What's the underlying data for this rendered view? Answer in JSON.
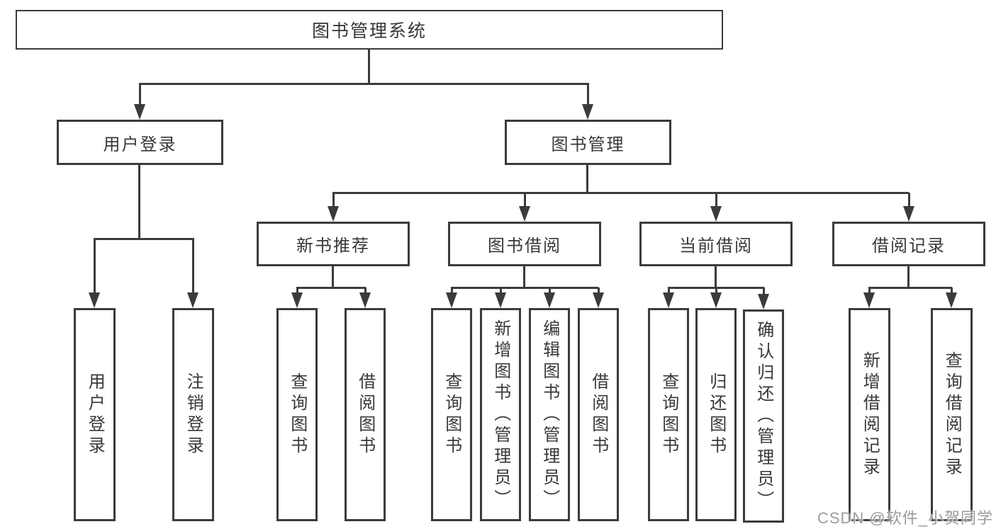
{
  "diagram": {
    "root": {
      "label": "图书管理系统"
    },
    "level2": {
      "user_login": "用户登录",
      "book_management": "图书管理"
    },
    "level3": {
      "new_book_recommend": "新书推荐",
      "book_borrow": "图书借阅",
      "current_borrow": "当前借阅",
      "borrow_record": "借阅记录"
    },
    "level4": {
      "user_login_children": [
        "用户登录",
        "注销登录"
      ],
      "new_book_children": [
        "查询图书",
        "借阅图书"
      ],
      "book_borrow_children": [
        "查询图书",
        "新增图书（管理员）",
        "编辑图书（管理员）",
        "借阅图书"
      ],
      "current_borrow_children": [
        "查询图书",
        "归还图书",
        "确认归还（管理员）"
      ],
      "borrow_record_children": [
        "新增借阅记录",
        "查询借阅记录"
      ]
    }
  },
  "watermark": "CSDN @软件_小贺同学",
  "colors": {
    "line": "#3b3b3b",
    "text": "#383838",
    "watermark": "#9b9b9b",
    "background": "#ffffff"
  }
}
